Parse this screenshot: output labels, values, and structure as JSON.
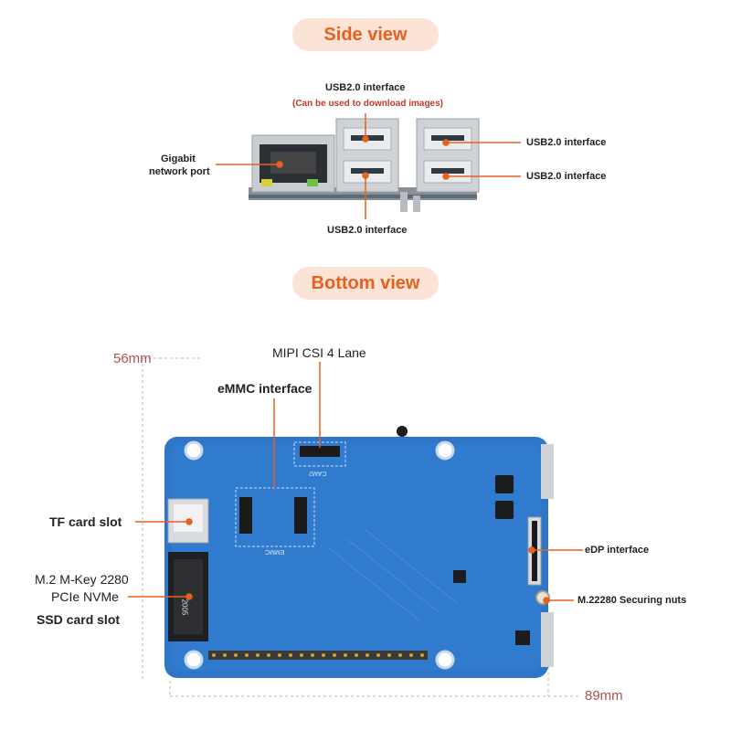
{
  "sections": {
    "side_title": "Side view",
    "bottom_title": "Bottom view"
  },
  "side": {
    "usb_top": "USB2.0 interface",
    "usb_top_note": "(Can be used to download images)",
    "gigabit_line1": "Gigabit",
    "gigabit_line2": "network port",
    "usb_right1": "USB2.0 interface",
    "usb_right2": "USB2.0 interface",
    "usb_bottom": "USB2.0 interface"
  },
  "bottom": {
    "height_dim": "56mm",
    "width_dim": "89mm",
    "mipi": "MIPI CSI 4 Lane",
    "emmc": "eMMC interface",
    "tf": "TF card slot",
    "m2_line1": "M.2 M-Key 2280",
    "m2_line2": "PCIe NVMe",
    "ssd": "SSD card slot",
    "edp": "eDP interface",
    "nuts": "M.22280 Securing nuts",
    "silk_cam": "CAM2",
    "silk_emmc": "EMMC",
    "silk_m2": "2005"
  },
  "colors": {
    "accent": "#e8601d",
    "pill_bg": "#fbe3d6",
    "board_blue": "#2f76c8",
    "dim_red": "#b0504d"
  }
}
